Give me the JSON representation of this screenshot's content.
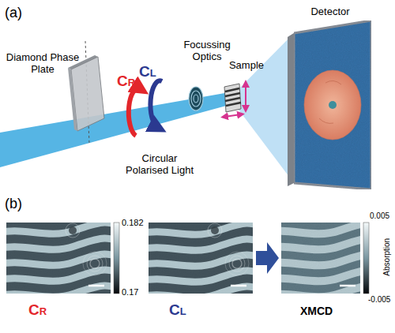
{
  "diagram": {
    "labels": [
      "(a)",
      "Detector",
      "Diamond Phase Plate",
      "CR",
      "CL",
      "Focussing Optics",
      "Sample",
      "Circular Polarised Light",
      "(b)",
      "0.182",
      "0.17",
      "CR",
      "CL",
      "XMCD",
      "0.005",
      "-0.005",
      "Absorption"
    ]
  }
}
